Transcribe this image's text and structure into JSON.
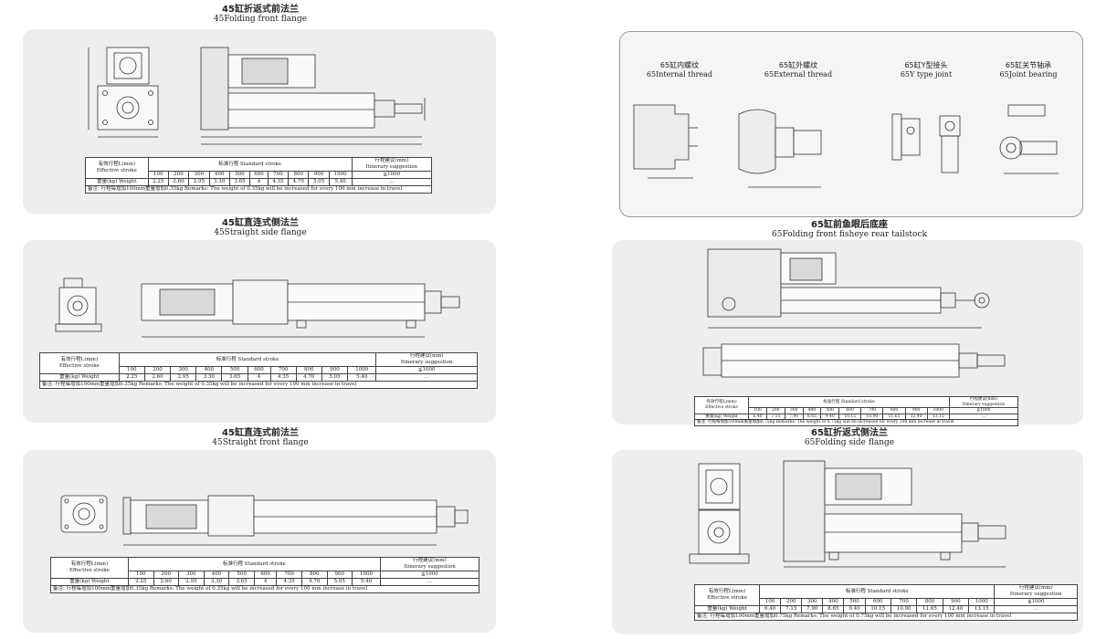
{
  "table_common": {
    "effective_stroke_zh": "有效行程L(mm)",
    "effective_stroke_en": "Effective stroke",
    "standard_stroke_label": "标准行程 Standard stroke",
    "itinerary_zh": "行程建议(mm)",
    "itinerary_en": "Itinerary suggestion",
    "weight_label": "重量(kg) Weight",
    "itinerary_value": "≦1000",
    "itinerary_dots": "...",
    "strokes": [
      "100",
      "200",
      "300",
      "400",
      "500",
      "600",
      "700",
      "800",
      "900",
      "1000"
    ]
  },
  "panels": {
    "p45_folding_front": {
      "title_zh": "45缸折返式前法兰",
      "title_en": "45Folding front flange",
      "weights": [
        "2.25",
        "2.60",
        "2.95",
        "3.30",
        "3.65",
        "4",
        "4.35",
        "4.70",
        "5.05",
        "5.40"
      ],
      "note": "备注: 行程每增加100mm重量增加0.35kg   Remarks: The weight of 0.35kg will be increased for every 100 mm increase in travel"
    },
    "p45_straight_side": {
      "title_zh": "45缸直连式侧法兰",
      "title_en": "45Straight side flange",
      "weights": [
        "2.25",
        "2.60",
        "2.95",
        "3.30",
        "3.65",
        "4",
        "4.35",
        "4.70",
        "5.05",
        "5.40"
      ],
      "note": "备注: 行程每增加100mm重量增加0.35kg   Remarks: The weight of 0.35kg will be increased for every 100 mm increase in travel"
    },
    "p45_straight_front": {
      "title_zh": "45缸直连式前法兰",
      "title_en": "45Straight front flange",
      "weights": [
        "2.25",
        "2.60",
        "2.95",
        "3.30",
        "3.65",
        "4",
        "4.35",
        "4.70",
        "5.05",
        "5.40"
      ],
      "note": "备注: 行程每增加100mm重量增加0.35kg   Remarks: The weight of 0.35kg will be increased for every 100 mm increase in travel"
    },
    "p65_accessories": {
      "items": [
        {
          "zh": "65缸内螺纹",
          "en": "65Internal thread"
        },
        {
          "zh": "65缸外螺纹",
          "en": "65External thread"
        },
        {
          "zh": "65缸Y型接头",
          "en": "65Y type joint"
        },
        {
          "zh": "65缸关节轴承",
          "en": "65Joint bearing"
        }
      ]
    },
    "p65_fisheye": {
      "title_zh": "65缸前鱼眼后底座",
      "title_en": "65Folding front fisheye rear tailstock",
      "weights": [
        "6.40",
        "7.15",
        "7.90",
        "8.65",
        "9.40",
        "10.15",
        "10.90",
        "11.65",
        "12.40",
        "13.15"
      ],
      "note": "备注: 行程每增加100mm重量增加0.75kg   Remarks: The weight of 0.75kg will be increased for every 100 mm increase in travel"
    },
    "p65_folding_side": {
      "title_zh": "65缸折返式侧法兰",
      "title_en": "65Folding side flange",
      "weights": [
        "6.40",
        "7.15",
        "7.90",
        "8.65",
        "9.40",
        "10.15",
        "10.90",
        "11.65",
        "12.40",
        "13.15"
      ],
      "note": "备注: 行程每增加100mm重量增加0.75kg   Remarks: The weight of 0.75kg will be increased for every 100 mm increase in travel"
    }
  }
}
